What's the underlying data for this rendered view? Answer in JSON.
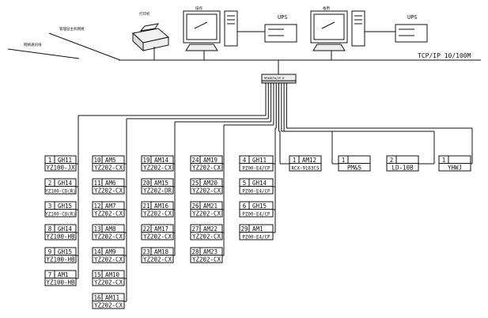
{
  "network": {
    "tcp_label": "TCP/IP 10/100M",
    "left_labels": [
      "管理层主机网络",
      "网络通讯线"
    ],
    "hub_label": "MP0007N/2P-M",
    "printer_label": "打印机",
    "ups": [
      {
        "pc_label": "操作",
        "ups_label": "UPS"
      },
      {
        "pc_label": "备用",
        "ups_label": "UPS"
      }
    ]
  },
  "columns": [
    [
      {
        "addr": "1",
        "name": "GH11",
        "model": "YZ100-JX"
      },
      {
        "addr": "2",
        "name": "GH14",
        "model": "YZ100-CD(R)"
      },
      {
        "addr": "3",
        "name": "GH15",
        "model": "YZ100-CD(R)"
      },
      {
        "addr": "8",
        "name": "GH14",
        "model": "YZ100-HB"
      },
      {
        "addr": "9",
        "name": "GH15",
        "model": "YZ100-HB"
      },
      {
        "addr": "7",
        "name": "AM1",
        "model": "YZ100-HB"
      }
    ],
    [
      {
        "addr": "10",
        "name": "AM5",
        "model": "YZ202-CX"
      },
      {
        "addr": "11",
        "name": "AM6",
        "model": "YZ202-CX"
      },
      {
        "addr": "12",
        "name": "AM7",
        "model": "YZ202-CX"
      },
      {
        "addr": "13",
        "name": "AM8",
        "model": "YZ202-CX"
      },
      {
        "addr": "14",
        "name": "AM9",
        "model": "YZ202-CX"
      },
      {
        "addr": "15",
        "name": "AM10",
        "model": "YZ202-CX"
      },
      {
        "addr": "16",
        "name": "AM11",
        "model": "YZ202-CX"
      }
    ],
    [
      {
        "addr": "19",
        "name": "AM14",
        "model": "YZ202-CX"
      },
      {
        "addr": "20",
        "name": "AM15",
        "model": "YZ202-DR"
      },
      {
        "addr": "21",
        "name": "AM16",
        "model": "YZ202-CX"
      },
      {
        "addr": "22",
        "name": "AM17",
        "model": "YZ202-CX"
      },
      {
        "addr": "23",
        "name": "AM18",
        "model": "YZ202-CX"
      }
    ],
    [
      {
        "addr": "24",
        "name": "AM19",
        "model": "YZ202-CX"
      },
      {
        "addr": "25",
        "name": "AM20",
        "model": "YZ202-CX"
      },
      {
        "addr": "26",
        "name": "AM21",
        "model": "YZ202-CX"
      },
      {
        "addr": "27",
        "name": "AM22",
        "model": "YZ202-CX"
      },
      {
        "addr": "28",
        "name": "AM23",
        "model": "YZ202-CX"
      }
    ],
    [
      {
        "addr": "4",
        "name": "GH11",
        "model": "PZ00-E4/CP"
      },
      {
        "addr": "5",
        "name": "GH14",
        "model": "PZ00-E4/CP"
      },
      {
        "addr": "6",
        "name": "GH15",
        "model": "PZ00-E4/CP"
      },
      {
        "addr": "29",
        "name": "AM1",
        "model": "PZ00-E4/CP"
      }
    ]
  ],
  "singles": [
    {
      "addr": "1",
      "name": "AM12",
      "model": "RCX-9163CS"
    },
    {
      "addr": "1",
      "name": "",
      "model": "PM&S"
    },
    {
      "addr": "2",
      "name": "",
      "model": "LD-10B"
    },
    {
      "addr": "1",
      "name": "",
      "model": "YHWJ"
    }
  ]
}
